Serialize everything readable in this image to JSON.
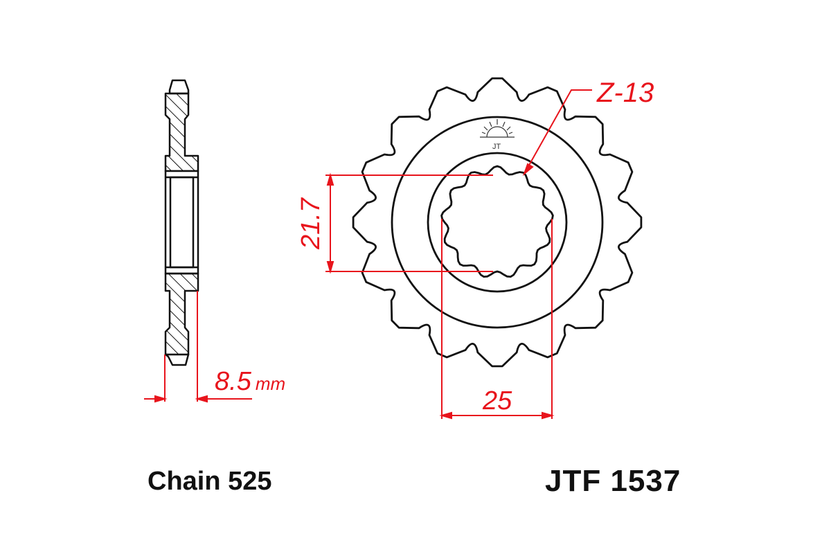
{
  "drawing": {
    "type": "front sprocket technical drawing",
    "part_number": "JTF 1537",
    "chain_label": "Chain 525",
    "tooth_label": "Z-13",
    "dimensions": {
      "thickness": {
        "value": "8.5",
        "unit": "mm"
      },
      "spline_width": {
        "value": "21.7"
      },
      "spline_height": {
        "value": "25"
      }
    },
    "colors": {
      "line": "#111111",
      "dimension": "#e8141c",
      "background": "#ffffff"
    },
    "icons": [
      "jt-sunrise-logo"
    ]
  }
}
